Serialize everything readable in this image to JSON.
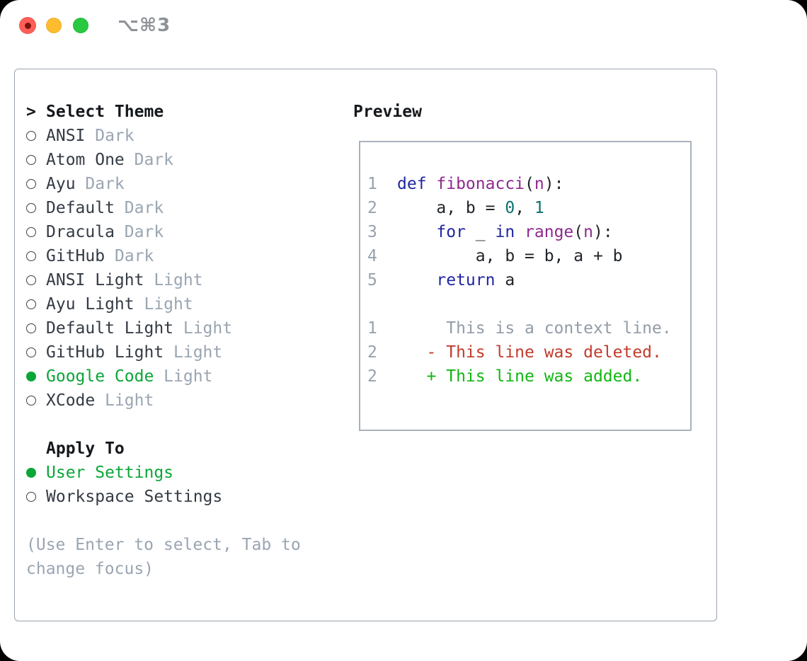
{
  "window": {
    "title": "⌥⌘3",
    "buttons": [
      "close",
      "minimize",
      "zoom"
    ]
  },
  "theme_panel": {
    "header": {
      "marker": ">",
      "label": "Select Theme"
    },
    "themes": [
      {
        "name": "ANSI",
        "variant": "Dark",
        "selected": false
      },
      {
        "name": "Atom One",
        "variant": "Dark",
        "selected": false
      },
      {
        "name": "Ayu",
        "variant": "Dark",
        "selected": false
      },
      {
        "name": "Default",
        "variant": "Dark",
        "selected": false
      },
      {
        "name": "Dracula",
        "variant": "Dark",
        "selected": false
      },
      {
        "name": "GitHub",
        "variant": "Dark",
        "selected": false
      },
      {
        "name": "ANSI Light",
        "variant": "Light",
        "selected": false
      },
      {
        "name": "Ayu Light",
        "variant": "Light",
        "selected": false
      },
      {
        "name": "Default Light",
        "variant": "Light",
        "selected": false
      },
      {
        "name": "GitHub Light",
        "variant": "Light",
        "selected": false
      },
      {
        "name": "Google Code",
        "variant": "Light",
        "selected": true
      },
      {
        "name": "XCode",
        "variant": "Light",
        "selected": false
      }
    ],
    "apply_to": {
      "label": "Apply To",
      "options": [
        {
          "name": "User Settings",
          "selected": true
        },
        {
          "name": "Workspace Settings",
          "selected": false
        }
      ]
    },
    "help_lines": [
      "(Use Enter to select, Tab to",
      "change focus)"
    ]
  },
  "preview": {
    "label": "Preview",
    "code_lines": [
      {
        "num": "1",
        "tokens": [
          [
            "def ",
            "kw"
          ],
          [
            "fibonacci",
            "ty"
          ],
          [
            "(",
            "pl"
          ],
          [
            "n",
            "ty"
          ],
          [
            "):",
            "pl"
          ]
        ]
      },
      {
        "num": "2",
        "tokens": [
          [
            "    a, b = ",
            "pl"
          ],
          [
            "0",
            "lit"
          ],
          [
            ", ",
            "pl"
          ],
          [
            "1",
            "lit"
          ]
        ]
      },
      {
        "num": "3",
        "tokens": [
          [
            "    ",
            "pl"
          ],
          [
            "for",
            "kw"
          ],
          [
            " _ ",
            "pl"
          ],
          [
            "in",
            "kw"
          ],
          [
            " ",
            "pl"
          ],
          [
            "range",
            "ty"
          ],
          [
            "(",
            "pl"
          ],
          [
            "n",
            "ty"
          ],
          [
            "):",
            "pl"
          ]
        ]
      },
      {
        "num": "4",
        "tokens": [
          [
            "        a, b = b, a + b",
            "pl"
          ]
        ]
      },
      {
        "num": "5",
        "tokens": [
          [
            "    ",
            "pl"
          ],
          [
            "return",
            "kw"
          ],
          [
            " a",
            "pl"
          ]
        ]
      },
      {
        "num": "",
        "tokens": []
      },
      {
        "num": "1",
        "tokens": [
          [
            "     This is a context line.",
            "ctx"
          ]
        ]
      },
      {
        "num": "2",
        "tokens": [
          [
            "   - This line was deleted.",
            "del"
          ]
        ]
      },
      {
        "num": "2",
        "tokens": [
          [
            "   + This line was added.",
            "add"
          ]
        ]
      }
    ]
  },
  "colors": {
    "c-ink": "#15181c",
    "c-item": "#343b44",
    "c-muted": "#9aa5b2",
    "c-green": "#0aa637",
    "c-add": "#12b713",
    "c-del": "#c23b2c",
    "c-kw": "#2026a2",
    "c-ty": "#8e2a8e",
    "c-lit": "#0f7070",
    "c-border": "#9aa3ad",
    "c-border2": "#aab2bc",
    "c-num": "#97a1ad",
    "c-ctx": "#929ca8",
    "c-title": "#8e9298",
    "tl-red": "#ff5f57",
    "tl-red-dot": "#7c120d",
    "tl-yellow": "#febc2e",
    "tl-green": "#28c840"
  }
}
